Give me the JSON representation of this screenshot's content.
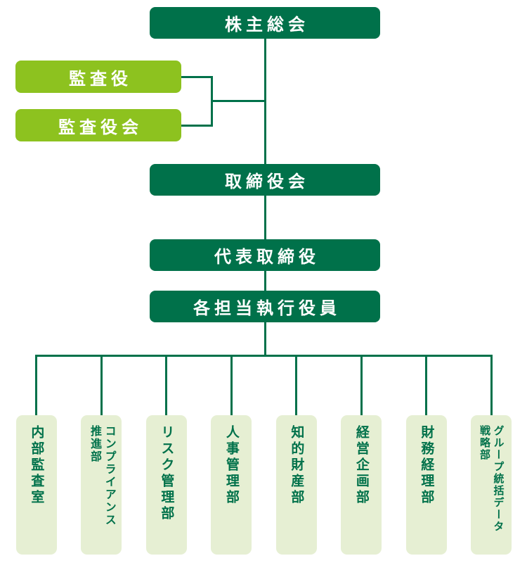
{
  "palette": {
    "dark_green": "#00714a",
    "light_green": "#8dc21f",
    "pale_green": "#e6efd3",
    "label_text_green": "#00714a",
    "connector_line": "#00714a",
    "background": "#ffffff"
  },
  "nodes": {
    "shareholders_meeting": "株主総会",
    "auditor": "監査役",
    "audit_board": "監査役会",
    "board_of_directors": "取締役会",
    "representative_director": "代表取締役",
    "executive_officers": "各担当執行役員"
  },
  "departments": [
    {
      "label": "内部監査室"
    },
    {
      "label": "コンプライアンス\n推進部"
    },
    {
      "label": "リスク管理部"
    },
    {
      "label": "人事管理部"
    },
    {
      "label": "知的財産部"
    },
    {
      "label": "経営企画部"
    },
    {
      "label": "財務経理部"
    },
    {
      "label": "グループ統括データ\n戦略部"
    }
  ]
}
